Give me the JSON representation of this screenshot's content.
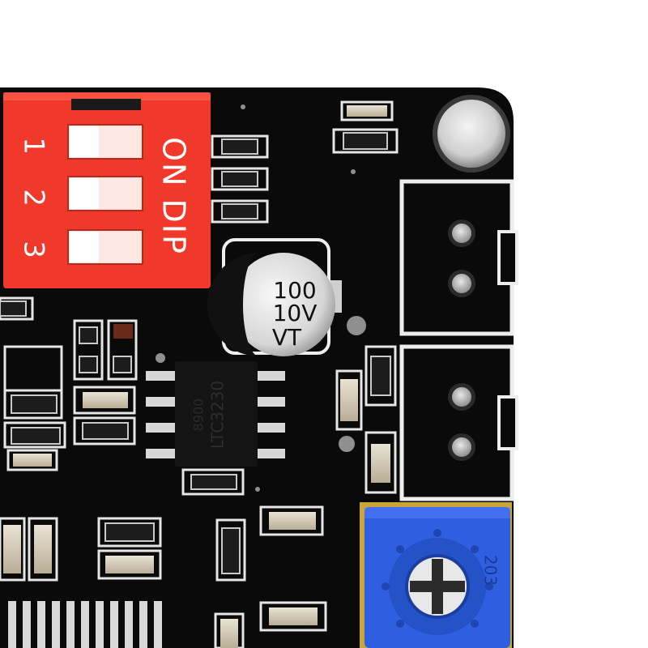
{
  "dip_switch": {
    "label": "ON DIP",
    "positions": [
      "1",
      "2",
      "3"
    ],
    "body_color": "#f0392a"
  },
  "capacitor": {
    "value": "100",
    "voltage": "10V",
    "series": "VT"
  },
  "chip": {
    "marking": "LTC3230",
    "marking_alt": "8900"
  },
  "potentiometer": {
    "marking": "203",
    "body_color": "#2f5fe0"
  },
  "board": {
    "pcb_color": "#0a0a0a",
    "silk_color": "#f2f2f2",
    "background": "#ffffff"
  }
}
